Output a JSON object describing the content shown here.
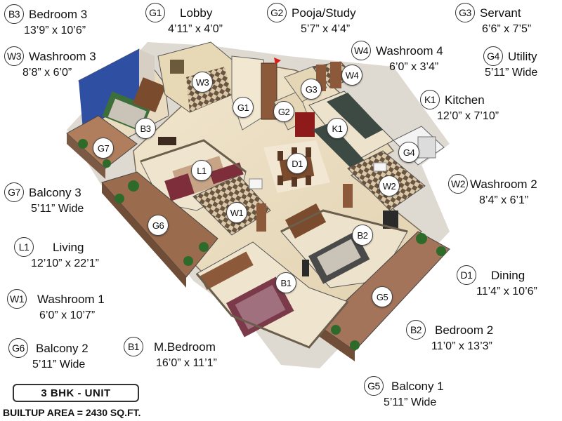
{
  "rooms": {
    "b3": {
      "code": "B3",
      "name": "Bedroom 3",
      "size": "13’9” x 10’6”"
    },
    "g1": {
      "code": "G1",
      "name": "Lobby",
      "size": "4’11” x 4’0”"
    },
    "g2": {
      "code": "G2",
      "name": "Pooja/Study",
      "size": "5’7” x 4’4”"
    },
    "g3": {
      "code": "G3",
      "name": "Servant",
      "size": "6’6” x 7’5”"
    },
    "w3": {
      "code": "W3",
      "name": "Washroom 3",
      "size": "8’8” x 6’0”"
    },
    "w4": {
      "code": "W4",
      "name": "Washroom 4",
      "size": "6’0” x 3’4”"
    },
    "g4": {
      "code": "G4",
      "name": "Utility",
      "size": "5’11” Wide"
    },
    "k1": {
      "code": "K1",
      "name": "Kitchen",
      "size": "12’0” x 7’10”"
    },
    "g7": {
      "code": "G7",
      "name": "Balcony 3",
      "size": "5’11” Wide"
    },
    "w2": {
      "code": "W2",
      "name": "Washroom 2",
      "size": "8’4” x 6’1”"
    },
    "l1": {
      "code": "L1",
      "name": "Living",
      "size": "12’10” x 22’1”"
    },
    "d1": {
      "code": "D1",
      "name": "Dining",
      "size": "11’4” x 10’6”"
    },
    "w1": {
      "code": "W1",
      "name": "Washroom 1",
      "size": "6’0” x 10’7”"
    },
    "b2": {
      "code": "B2",
      "name": "Bedroom 2",
      "size": "11’0” x 13’3”"
    },
    "g6": {
      "code": "G6",
      "name": "Balcony 2",
      "size": "5’11” Wide"
    },
    "b1": {
      "code": "B1",
      "name": "M.Bedroom",
      "size": "16’0” x 11’1”"
    },
    "g5": {
      "code": "G5",
      "name": "Balcony 1",
      "size": "5’11” Wide"
    }
  },
  "unit": {
    "title": "3 BHK - UNIT",
    "area": "BUILTUP AREA = 2430 SQ.FT."
  },
  "colors": {
    "floor": "#e9dcc0",
    "wall": "#f4f1ea",
    "wall_shade": "#8a7a66",
    "bedroom_accent": "#2f4fa3",
    "balcony": "#9a6b4c",
    "foliage": "#2e6b2a"
  }
}
